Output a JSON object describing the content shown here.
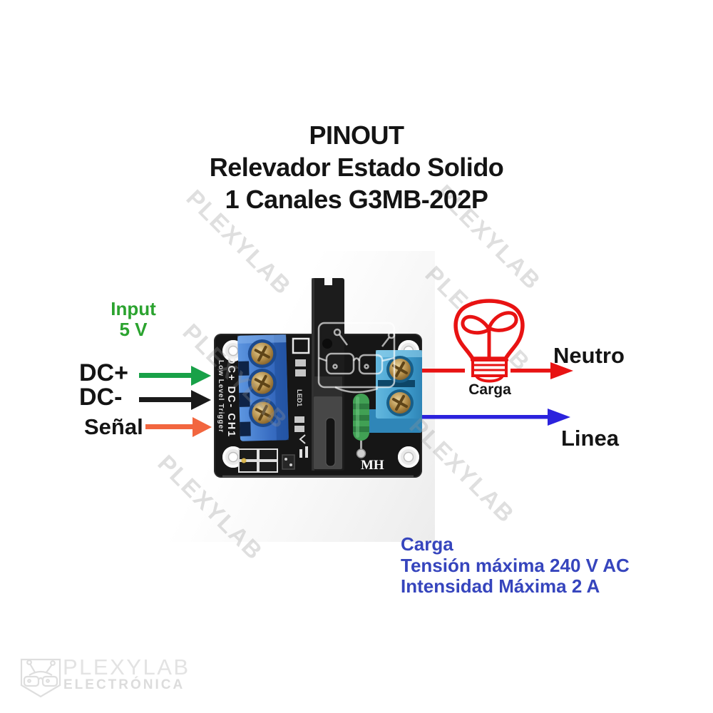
{
  "title": {
    "line1": "PINOUT",
    "line2": "Relevador Estado Solido",
    "line3": "1 Canales G3MB-202P"
  },
  "input": {
    "label": "Input",
    "voltage": "5 V",
    "color": "#2ba32f"
  },
  "pins": [
    {
      "label": "DC+",
      "arrow_color": "#18a148"
    },
    {
      "label": "DC-",
      "arrow_color": "#1a1a1a"
    },
    {
      "label": "Señal",
      "arrow_color": "#f2663f"
    }
  ],
  "outputs": [
    {
      "label": "Neutro",
      "wire_color": "#e81313"
    },
    {
      "label": "Linea",
      "wire_color": "#2b22dd"
    }
  ],
  "load": {
    "label": "Carga"
  },
  "module": {
    "side_text": "DC+ DC- CH1",
    "trigger_text": "Low Level Trigger",
    "led_label": "LED1",
    "brand_mark": "MH"
  },
  "specs": {
    "heading": "Carga",
    "line1": "Tensión máxima 240 V AC",
    "line2": "Intensidad Máxima 2 A",
    "color": "#3645bd"
  },
  "watermark": {
    "text": "PLEXYLAB"
  },
  "footer": {
    "brand": "PLEXYLAB",
    "subtitle": "ELECTRÓNICA"
  }
}
